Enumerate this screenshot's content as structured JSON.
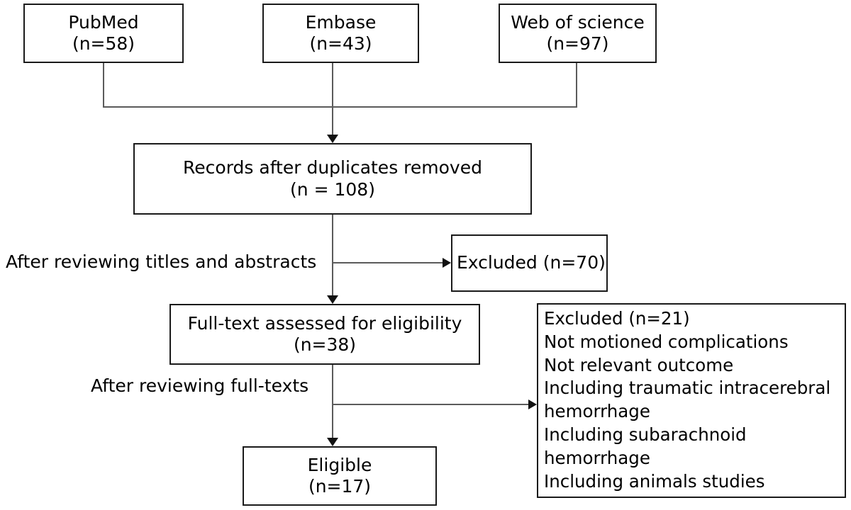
{
  "diagram": {
    "type": "prisma-flow-diagram",
    "background_color": "#ffffff",
    "line_color": "#5b5b5b",
    "box_border_color": "#1a1a1a",
    "text_color": "#000000",
    "sources": [
      {
        "name": "PubMed",
        "title": "PubMed",
        "count_label": "(n=58)"
      },
      {
        "name": "Embase",
        "title": "Embase",
        "count_label": "(n=43)"
      },
      {
        "name": "Web of science",
        "title": "Web of science",
        "count_label": "(n=97)"
      }
    ],
    "dedup": {
      "title": "Records after duplicates removed",
      "count_label": "(n = 108)"
    },
    "screening": {
      "stage_label": "After reviewing titles and abstracts",
      "excluded_label": "Excluded (n=70)"
    },
    "fulltext": {
      "title": "Full-text assessed for eligibility",
      "count_label": "(n=38)"
    },
    "eligibility": {
      "stage_label": "After reviewing full-texts"
    },
    "excluded_reasons": {
      "heading": "Excluded (n=21)",
      "lines": [
        "Not motioned complications",
        "Not relevant outcome",
        "Including traumatic intracerebral",
        "hemorrhage",
        "Including subarachnoid",
        "hemorrhage",
        "Including animals studies"
      ]
    },
    "included": {
      "title": "Eligible",
      "count_label": "(n=17)"
    }
  }
}
